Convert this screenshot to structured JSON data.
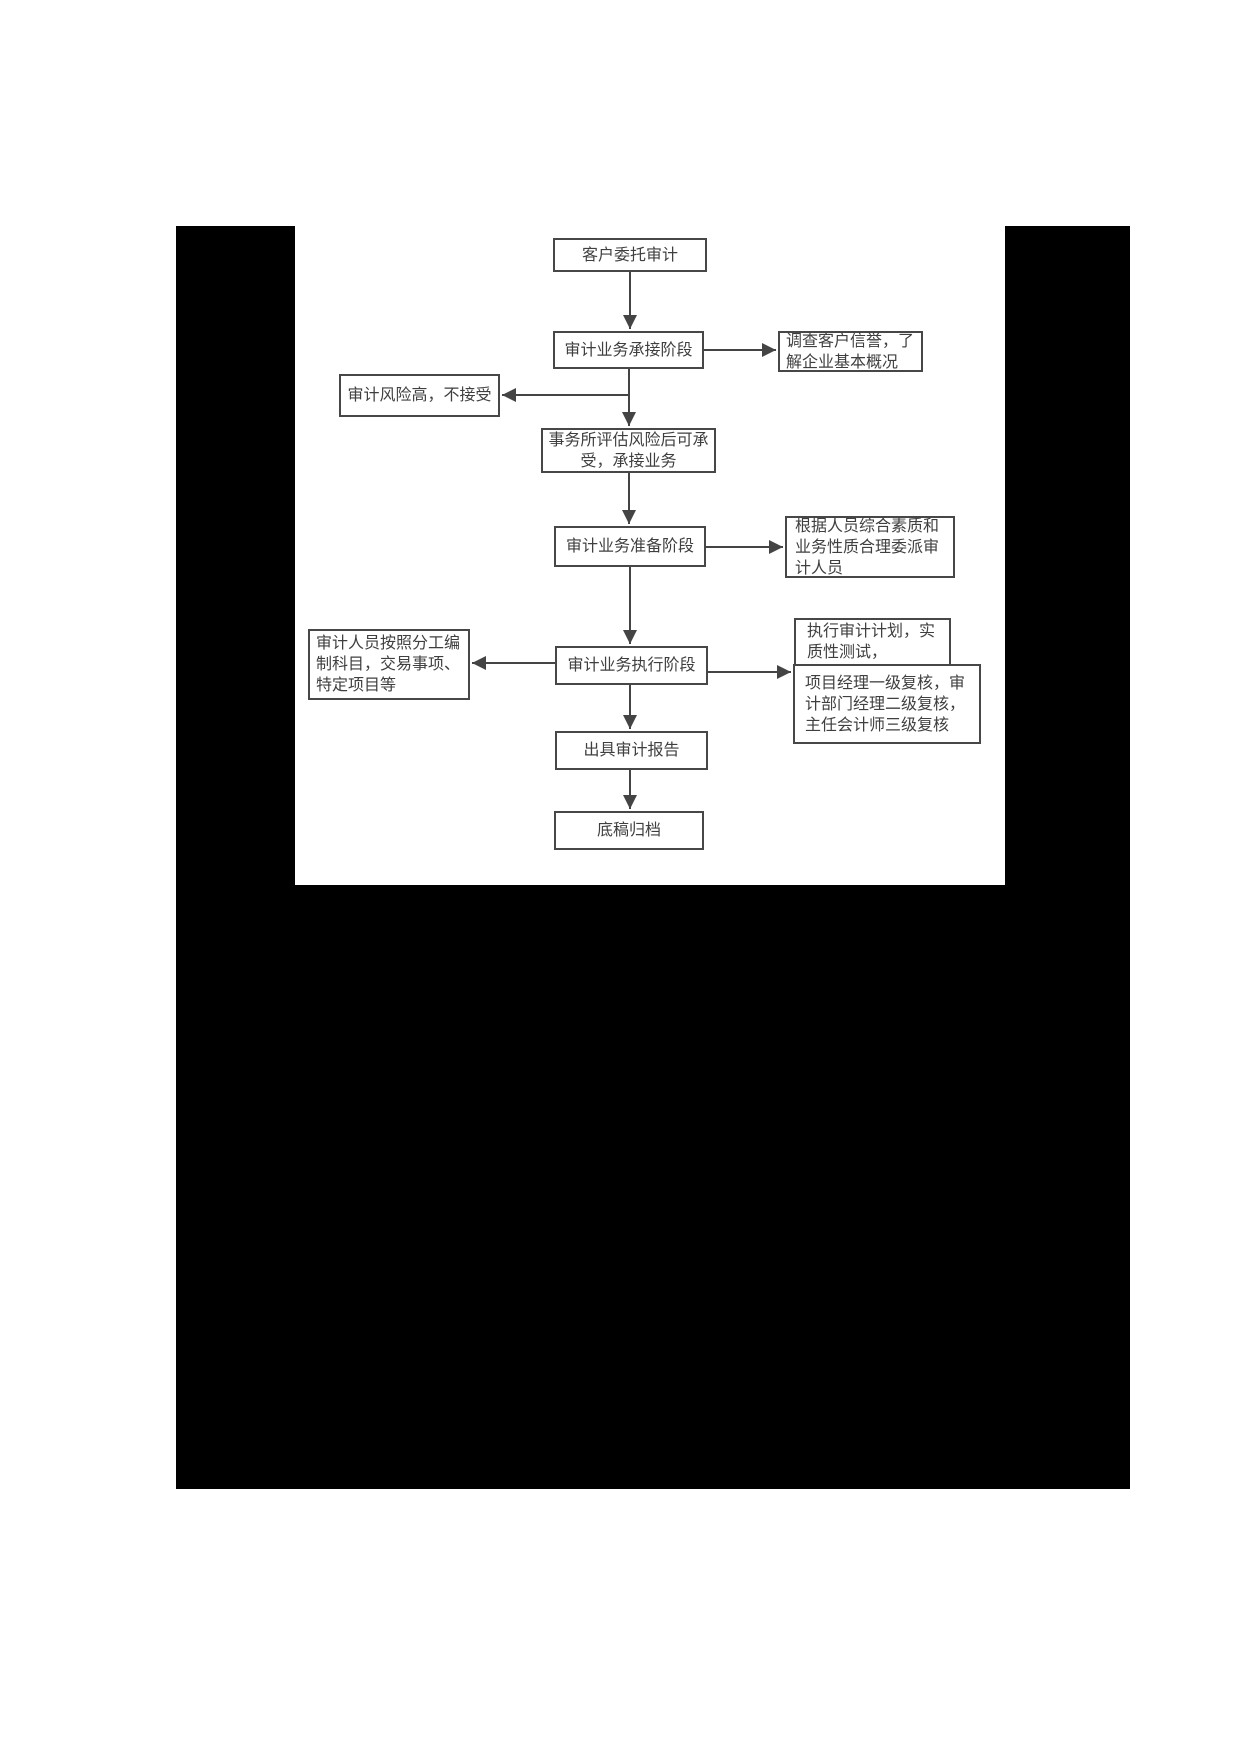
{
  "diagram": {
    "type": "flowchart",
    "colors": {
      "box_border": "#474747",
      "text": "#3f3f3f",
      "arrow": "#444444",
      "redaction_block": "#000000",
      "background": "#ffffff"
    },
    "nodes": [
      {
        "id": "client",
        "label": "客户委托审计"
      },
      {
        "id": "accept",
        "label": "审计业务承接阶段"
      },
      {
        "id": "investigate",
        "label": "调查客户信誉，了\n解企业基本概况"
      },
      {
        "id": "reject",
        "label": "审计风险高，不接受"
      },
      {
        "id": "assess",
        "label": "事务所评估风险后可承\n受，承接业务"
      },
      {
        "id": "prepare",
        "label": "审计业务准备阶段"
      },
      {
        "id": "assign",
        "label": "根据人员综合素质和\n业务性质合理委派审\n计人员"
      },
      {
        "id": "execute",
        "label": "审计业务执行阶段"
      },
      {
        "id": "division",
        "label": "审计人员按照分工编\n制科目，交易事项、\n特定项目等"
      },
      {
        "id": "plan_test",
        "label": "执行审计计划，实\n质性测试，"
      },
      {
        "id": "review",
        "label": "项目经理一级复核，审\n计部门经理二级复核，\n主任会计师三级复核"
      },
      {
        "id": "report",
        "label": "出具审计报告"
      },
      {
        "id": "archive",
        "label": "底稿归档"
      }
    ],
    "edges": [
      {
        "from": "client",
        "to": "accept"
      },
      {
        "from": "accept",
        "to": "investigate"
      },
      {
        "from": "accept",
        "to": "reject"
      },
      {
        "from": "accept",
        "to": "assess"
      },
      {
        "from": "assess",
        "to": "prepare"
      },
      {
        "from": "prepare",
        "to": "assign"
      },
      {
        "from": "prepare",
        "to": "execute"
      },
      {
        "from": "execute",
        "to": "division"
      },
      {
        "from": "execute",
        "to": "review"
      },
      {
        "from": "execute",
        "to": "report"
      },
      {
        "from": "report",
        "to": "archive"
      }
    ]
  }
}
